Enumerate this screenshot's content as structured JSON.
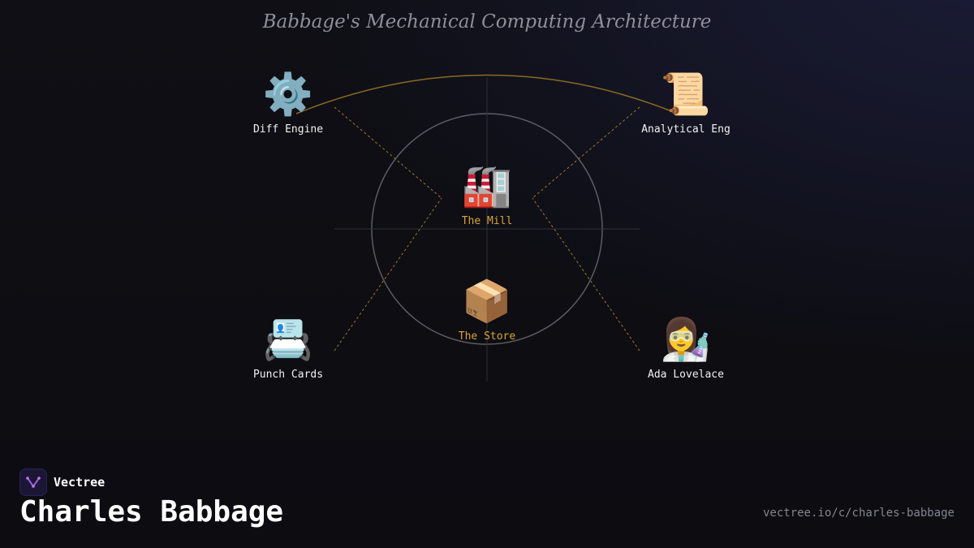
{
  "diagram": {
    "title": "Babbage's Mechanical Computing Architecture",
    "nodes": {
      "diff_engine": {
        "label": "Diff Engine",
        "icon": "⚙️",
        "icon_name": "gear-icon"
      },
      "analytical_engine": {
        "label": "Analytical Eng",
        "icon": "📜",
        "icon_name": "scroll-icon"
      },
      "mill": {
        "label": "The Mill",
        "icon": "🏭",
        "icon_name": "factory-icon"
      },
      "store": {
        "label": "The Store",
        "icon": "📦",
        "icon_name": "package-icon"
      },
      "punch_cards": {
        "label": "Punch Cards",
        "icon": "📇",
        "icon_name": "card-index-icon"
      },
      "ada_lovelace": {
        "label": "Ada Lovelace",
        "icon": "👩‍🔬",
        "icon_name": "woman-scientist-icon"
      }
    },
    "colors": {
      "accent": "#d9a43a",
      "arc": "#8a6a22",
      "circle": "#5c5c66",
      "axis": "#3a3a44"
    }
  },
  "footer": {
    "brand_name": "Vectree",
    "headline": "Charles Babbage",
    "url": "vectree.io/c/charles-babbage"
  }
}
